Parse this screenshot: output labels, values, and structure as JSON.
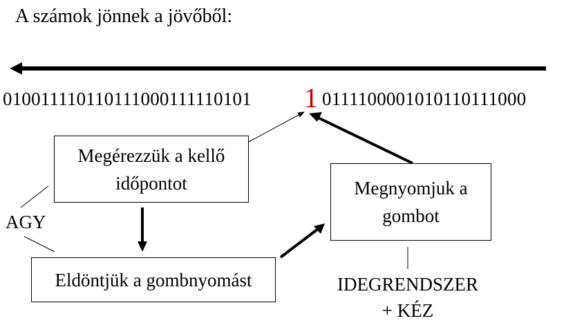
{
  "title": "A számok jönnek a jövőből:",
  "timeline": {
    "direction": "right-to-left",
    "bits_before": "010011110110111000111110101",
    "highlighted_bit": "1",
    "bits_after": "0111100001010110111000",
    "highlight_color": "#cc0000"
  },
  "boxes": {
    "sense": {
      "line1": "Megérezzük a kellő",
      "line2": "időpontot"
    },
    "decide": {
      "line1": "Eldöntjük a gombnyomást"
    },
    "press": {
      "line1": "Megnyomjuk a",
      "line2": "gombot"
    }
  },
  "labels": {
    "brain": "AGY",
    "nervous_line1": "IDEGRENDSZER",
    "nervous_line2": "+ KÉZ"
  }
}
